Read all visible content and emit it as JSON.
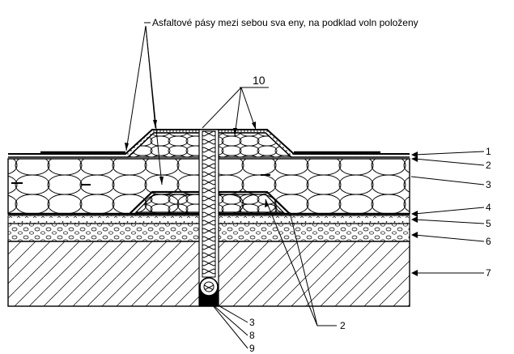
{
  "caption": "Asfaltové pásy mezi sebou sva eny, na podklad voln   položeny",
  "callouts": {
    "n1": "1",
    "n2": "2",
    "n3": "3",
    "n4": "4",
    "n5": "5",
    "n6": "6",
    "n7": "7",
    "n10": "10",
    "b3": "3",
    "b8": "8",
    "b9": "9",
    "b2": "2"
  }
}
